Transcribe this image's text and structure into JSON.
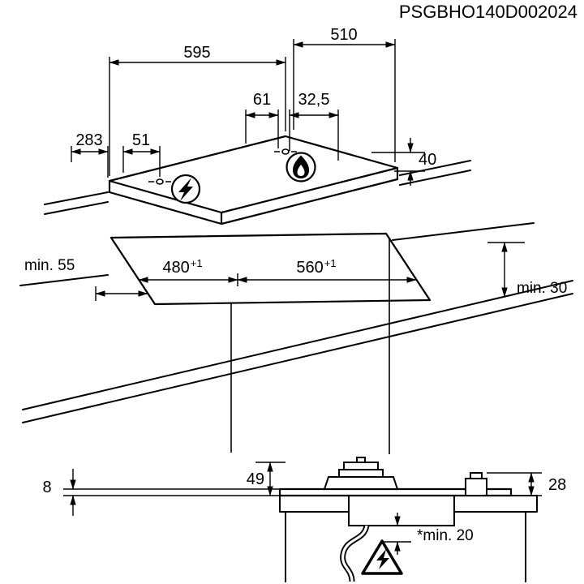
{
  "header": {
    "part_number": "PSGBHO140D002024"
  },
  "colors": {
    "line": "#000000",
    "background": "#ffffff"
  },
  "icons": {
    "flame": "gas-burner-flame",
    "lightning": "electric-ignition",
    "warning": "electric-hazard-warning-triangle"
  },
  "top_view": {
    "dim_width": "595",
    "dim_depth": "510",
    "dim_burner_x": "61",
    "dim_burner_edge": "32,5",
    "dim_left": "283",
    "dim_left_burner": "51",
    "dim_thickness": "40"
  },
  "cutout_view": {
    "dim_depth": "480",
    "dim_depth_sup": "+1",
    "dim_width": "560",
    "dim_width_sup": "+1",
    "clearance_left": "min. 55",
    "clearance_front": "min. 30"
  },
  "section_view": {
    "dim_rim_height": "8",
    "dim_build_height": "49",
    "dim_connector_height": "28",
    "clearance_bottom": "*min. 20"
  }
}
